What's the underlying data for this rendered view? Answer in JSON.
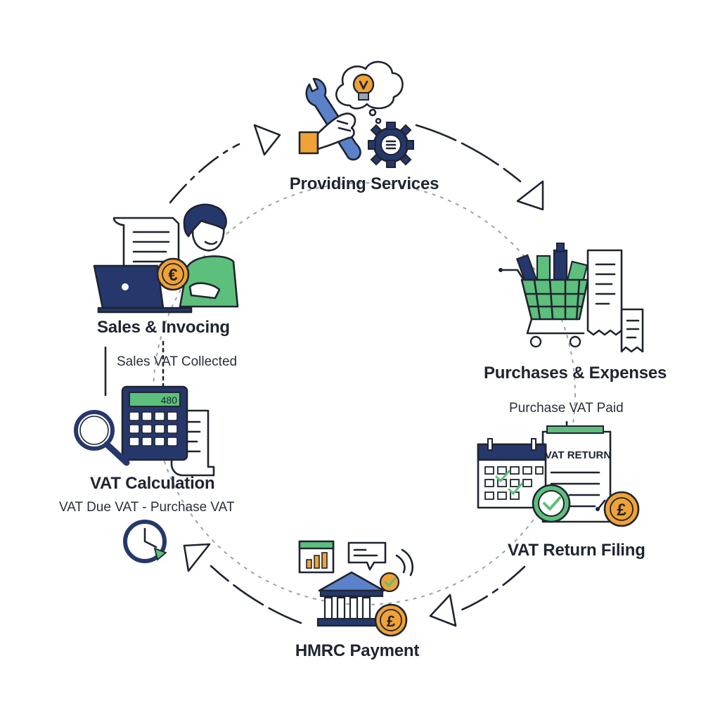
{
  "stages": [
    {
      "id": "providing-services",
      "title": "Providing Services"
    },
    {
      "id": "purchases-expenses",
      "title": "Purchases & Expenses",
      "note": "Purchase VAT Paid"
    },
    {
      "id": "vat-return-filing",
      "title": "VAT Return Filing",
      "document_label": "VAT RETURN"
    },
    {
      "id": "hmrc-payment",
      "title": "HMRC Payment"
    },
    {
      "id": "vat-calculation",
      "title": "VAT Calculation",
      "note": "VAT Due VAT - Purchase VAT",
      "display_value": "480"
    },
    {
      "id": "sales-invoicing",
      "title": "Sales & Invocing",
      "note": "Sales VAT Collected"
    }
  ],
  "currency_symbols": {
    "euro": "€",
    "pound": "£"
  },
  "colors": {
    "navy": "#26386b",
    "blue": "#5b82c9",
    "green": "#5dbf7c",
    "orange": "#f0a236",
    "ink": "#1f2430",
    "dashed_ring": "#9aa3b0"
  },
  "icons": [
    "wrench-icon",
    "lightbulb-icon",
    "gear-icon",
    "shopping-cart-icon",
    "receipt-icon",
    "calendar-icon",
    "check-badge-icon",
    "pound-coin-icon",
    "bank-icon",
    "bar-chart-icon",
    "chat-bubble-icon",
    "laptop-icon",
    "person-icon",
    "euro-coin-icon",
    "calculator-icon",
    "magnifier-icon",
    "clock-icon"
  ]
}
